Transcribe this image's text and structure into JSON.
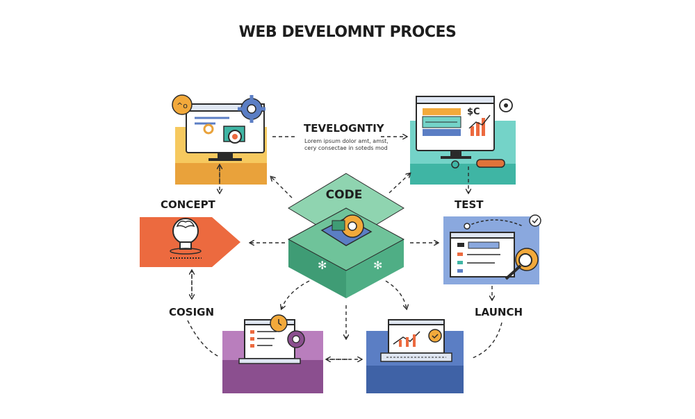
{
  "diagram": {
    "title": "WEB DEVELOMNT PROCES",
    "center_label": "CODE",
    "stages": {
      "concept": "CONCEPT",
      "test": "TEST",
      "cosign": "COSIGN",
      "launch": "LAUNCH"
    },
    "connector": {
      "heading": "TEVELOGNTIY",
      "desc_line1": "Lorem ipsum dolor amt, amst,",
      "desc_line2": "cery consectae in soteds mod"
    },
    "screen_text": "$C"
  },
  "colors": {
    "yellow": "#f6c95f",
    "orange": "#e9a23b",
    "teal_light": "#74d3c8",
    "teal": "#3fb5a4",
    "red_orange": "#ec6a3f",
    "mint": "#8fd4b0",
    "green": "#3f9c75",
    "blue_light": "#8aa8de",
    "purple": "#b97ebd",
    "purple_dark": "#8b4f8f",
    "blue": "#5b7ec4",
    "blue_dark": "#3f62a6",
    "ink": "#2a2a2a",
    "gear": "#f2a93b"
  }
}
